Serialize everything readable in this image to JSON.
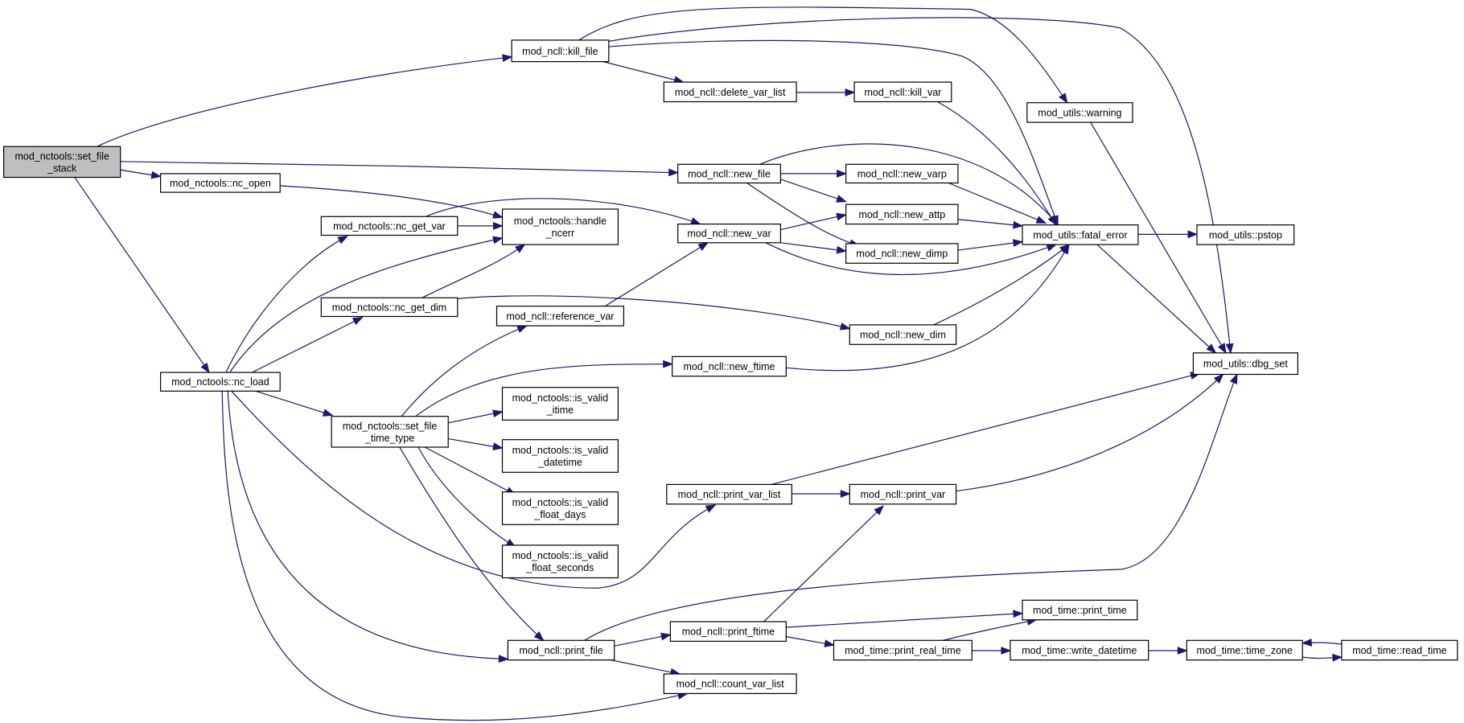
{
  "graph": {
    "nodes": [
      {
        "id": "set_file_stack",
        "lines": [
          "mod_nctools::set_file",
          "_stack"
        ],
        "root": true,
        "link": false
      },
      {
        "id": "nc_open",
        "lines": [
          "mod_nctools::nc_open"
        ],
        "link": true
      },
      {
        "id": "nc_load",
        "lines": [
          "mod_nctools::nc_load"
        ],
        "link": true
      },
      {
        "id": "nc_get_var",
        "lines": [
          "mod_nctools::nc_get_var"
        ],
        "link": true
      },
      {
        "id": "nc_get_dim",
        "lines": [
          "mod_nctools::nc_get_dim"
        ],
        "link": true
      },
      {
        "id": "handle_ncerr",
        "lines": [
          "mod_nctools::handle",
          "_ncerr"
        ],
        "link": true
      },
      {
        "id": "set_file_time_type",
        "lines": [
          "mod_nctools::set_file",
          "_time_type"
        ],
        "link": true
      },
      {
        "id": "is_valid_itime",
        "lines": [
          "mod_nctools::is_valid",
          "_itime"
        ],
        "link": true
      },
      {
        "id": "is_valid_datetime",
        "lines": [
          "mod_nctools::is_valid",
          "_datetime"
        ],
        "link": true
      },
      {
        "id": "is_valid_float_days",
        "lines": [
          "mod_nctools::is_valid",
          "_float_days"
        ],
        "link": true
      },
      {
        "id": "is_valid_float_seconds",
        "lines": [
          "mod_nctools::is_valid",
          "_float_seconds"
        ],
        "link": true
      },
      {
        "id": "kill_file",
        "lines": [
          "mod_ncll::kill_file"
        ],
        "link": true
      },
      {
        "id": "delete_var_list",
        "lines": [
          "mod_ncll::delete_var_list"
        ],
        "link": true
      },
      {
        "id": "kill_var",
        "lines": [
          "mod_ncll::kill_var"
        ],
        "link": true
      },
      {
        "id": "new_file",
        "lines": [
          "mod_ncll::new_file"
        ],
        "link": true
      },
      {
        "id": "new_var",
        "lines": [
          "mod_ncll::new_var"
        ],
        "link": true
      },
      {
        "id": "reference_var",
        "lines": [
          "mod_ncll::reference_var"
        ],
        "link": true
      },
      {
        "id": "new_ftime",
        "lines": [
          "mod_ncll::new_ftime"
        ],
        "link": true
      },
      {
        "id": "print_var_list",
        "lines": [
          "mod_ncll::print_var_list"
        ],
        "link": true
      },
      {
        "id": "print_file",
        "lines": [
          "mod_ncll::print_file"
        ],
        "link": true
      },
      {
        "id": "print_ftime",
        "lines": [
          "mod_ncll::print_ftime"
        ],
        "link": true
      },
      {
        "id": "count_var_list",
        "lines": [
          "mod_ncll::count_var_list"
        ],
        "link": true
      },
      {
        "id": "new_varp",
        "lines": [
          "mod_ncll::new_varp"
        ],
        "link": true
      },
      {
        "id": "new_attp",
        "lines": [
          "mod_ncll::new_attp"
        ],
        "link": true
      },
      {
        "id": "new_dimp",
        "lines": [
          "mod_ncll::new_dimp"
        ],
        "link": true
      },
      {
        "id": "new_dim",
        "lines": [
          "mod_ncll::new_dim"
        ],
        "link": true
      },
      {
        "id": "print_var",
        "lines": [
          "mod_ncll::print_var"
        ],
        "link": true
      },
      {
        "id": "print_time",
        "lines": [
          "mod_time::print_time"
        ],
        "link": true
      },
      {
        "id": "print_real_time",
        "lines": [
          "mod_time::print_real_time"
        ],
        "link": true
      },
      {
        "id": "write_datetime",
        "lines": [
          "mod_time::write_datetime"
        ],
        "link": true
      },
      {
        "id": "time_zone",
        "lines": [
          "mod_time::time_zone"
        ],
        "link": true
      },
      {
        "id": "read_time",
        "lines": [
          "mod_time::read_time"
        ],
        "link": true
      },
      {
        "id": "warning",
        "lines": [
          "mod_utils::warning"
        ],
        "link": true
      },
      {
        "id": "fatal_error",
        "lines": [
          "mod_utils::fatal_error"
        ],
        "link": true
      },
      {
        "id": "pstop",
        "lines": [
          "mod_utils::pstop"
        ],
        "link": true
      },
      {
        "id": "dbg_set",
        "lines": [
          "mod_utils::dbg_set"
        ],
        "link": true
      }
    ],
    "edges": [
      {
        "from": "set_file_stack",
        "to": "kill_file"
      },
      {
        "from": "set_file_stack",
        "to": "nc_open"
      },
      {
        "from": "set_file_stack",
        "to": "new_file"
      },
      {
        "from": "set_file_stack",
        "to": "nc_load"
      },
      {
        "from": "nc_open",
        "to": "handle_ncerr"
      },
      {
        "from": "nc_load",
        "to": "nc_get_var"
      },
      {
        "from": "nc_load",
        "to": "handle_ncerr"
      },
      {
        "from": "nc_load",
        "to": "nc_get_dim"
      },
      {
        "from": "nc_load",
        "to": "set_file_time_type"
      },
      {
        "from": "nc_load",
        "to": "print_var_list"
      },
      {
        "from": "nc_load",
        "to": "print_file"
      },
      {
        "from": "nc_load",
        "to": "count_var_list"
      },
      {
        "from": "nc_get_var",
        "to": "handle_ncerr"
      },
      {
        "from": "nc_get_var",
        "to": "new_var"
      },
      {
        "from": "nc_get_dim",
        "to": "handle_ncerr"
      },
      {
        "from": "nc_get_dim",
        "to": "new_dim"
      },
      {
        "from": "set_file_time_type",
        "to": "reference_var"
      },
      {
        "from": "set_file_time_type",
        "to": "new_ftime"
      },
      {
        "from": "set_file_time_type",
        "to": "is_valid_itime"
      },
      {
        "from": "set_file_time_type",
        "to": "is_valid_datetime"
      },
      {
        "from": "set_file_time_type",
        "to": "is_valid_float_days"
      },
      {
        "from": "set_file_time_type",
        "to": "is_valid_float_seconds"
      },
      {
        "from": "set_file_time_type",
        "to": "print_file"
      },
      {
        "from": "kill_file",
        "to": "delete_var_list"
      },
      {
        "from": "kill_file",
        "to": "warning"
      },
      {
        "from": "kill_file",
        "to": "fatal_error"
      },
      {
        "from": "kill_file",
        "to": "dbg_set"
      },
      {
        "from": "delete_var_list",
        "to": "kill_var"
      },
      {
        "from": "kill_var",
        "to": "fatal_error"
      },
      {
        "from": "new_file",
        "to": "new_varp"
      },
      {
        "from": "new_file",
        "to": "new_attp"
      },
      {
        "from": "new_file",
        "to": "new_dimp"
      },
      {
        "from": "new_file",
        "to": "fatal_error"
      },
      {
        "from": "new_var",
        "to": "new_attp"
      },
      {
        "from": "new_var",
        "to": "new_dimp"
      },
      {
        "from": "new_var",
        "to": "fatal_error"
      },
      {
        "from": "reference_var",
        "to": "new_var"
      },
      {
        "from": "new_ftime",
        "to": "fatal_error"
      },
      {
        "from": "new_varp",
        "to": "fatal_error"
      },
      {
        "from": "new_attp",
        "to": "fatal_error"
      },
      {
        "from": "new_dimp",
        "to": "fatal_error"
      },
      {
        "from": "new_dim",
        "to": "fatal_error"
      },
      {
        "from": "warning",
        "to": "dbg_set"
      },
      {
        "from": "fatal_error",
        "to": "pstop"
      },
      {
        "from": "fatal_error",
        "to": "dbg_set"
      },
      {
        "from": "print_var_list",
        "to": "print_var"
      },
      {
        "from": "print_var_list",
        "to": "dbg_set"
      },
      {
        "from": "print_var",
        "to": "dbg_set"
      },
      {
        "from": "print_file",
        "to": "print_ftime"
      },
      {
        "from": "print_file",
        "to": "count_var_list"
      },
      {
        "from": "print_file",
        "to": "dbg_set"
      },
      {
        "from": "print_ftime",
        "to": "print_var"
      },
      {
        "from": "print_ftime",
        "to": "print_time"
      },
      {
        "from": "print_ftime",
        "to": "print_real_time"
      },
      {
        "from": "print_real_time",
        "to": "print_time"
      },
      {
        "from": "print_real_time",
        "to": "write_datetime"
      },
      {
        "from": "write_datetime",
        "to": "time_zone"
      },
      {
        "from": "time_zone",
        "to": "read_time"
      },
      {
        "from": "read_time",
        "to": "time_zone"
      }
    ]
  }
}
